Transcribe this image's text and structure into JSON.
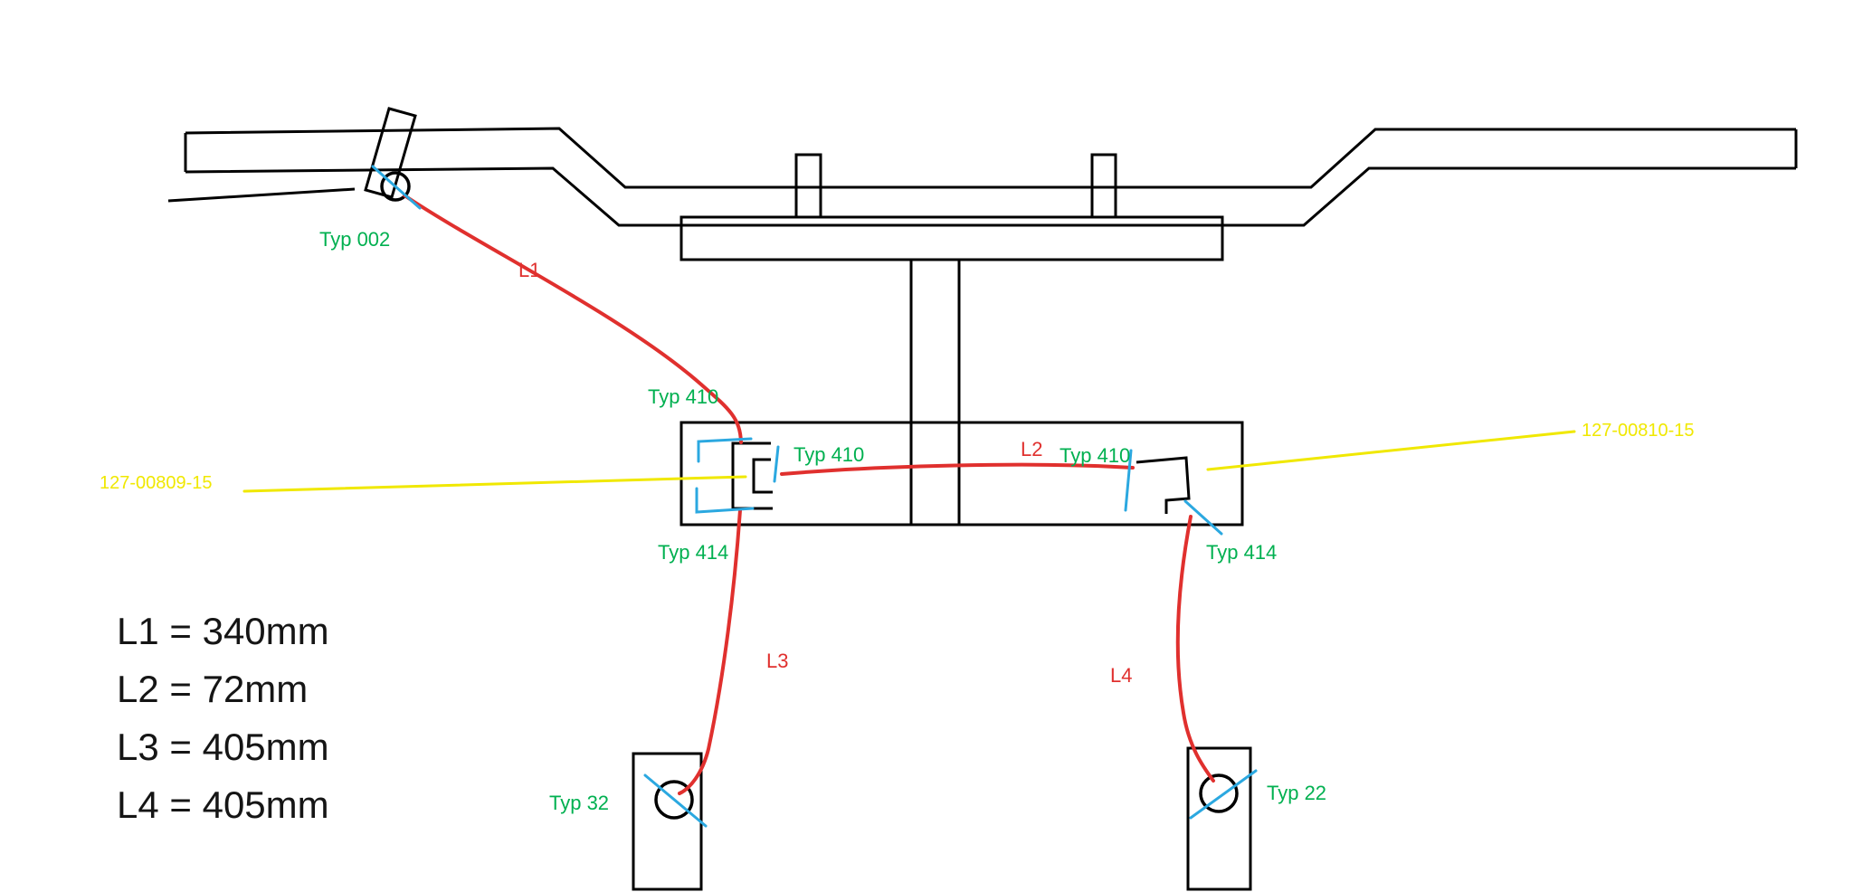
{
  "labels": {
    "typ_002": "Typ 002",
    "typ_410_top": "Typ 410",
    "typ_410_left": "Typ 410",
    "typ_410_right": "Typ 410",
    "typ_414_left": "Typ 414",
    "typ_414_right": "Typ 414",
    "typ_32": "Typ 32",
    "typ_22": "Typ 22"
  },
  "cables": {
    "l1": "L1",
    "l2": "L2",
    "l3": "L3",
    "l4": "L4"
  },
  "part_numbers": {
    "left": "127-00809-15",
    "right": "127-00810-15"
  },
  "measurements": [
    "L1 = 340mm",
    "L2 = 72mm",
    "L3 = 405mm",
    "L4 = 405mm"
  ],
  "colors": {
    "cable_red": "#e0302e",
    "label_green": "#00b050",
    "part_yellow": "#f0e800",
    "mark_cyan": "#2ba8e0",
    "line_black": "#000000"
  }
}
